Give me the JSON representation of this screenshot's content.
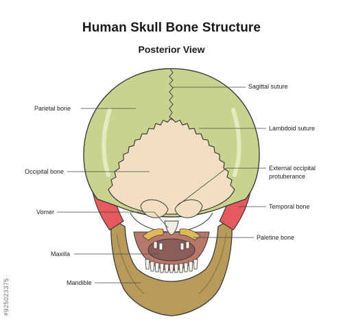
{
  "title": "Human Skull Bone Structure",
  "subtitle": "Posterior View",
  "labels": {
    "sagittal": "Sagittal suture",
    "lambdoid": "Lambdoid suture",
    "ext_occ_1": "External occipital",
    "ext_occ_2": "protuberance",
    "temporal": "Temporal bone",
    "palatine": "Paletine bone",
    "parietal": "Parietal bone",
    "occipital": "Occipital bone",
    "vomer": "Vomer",
    "maxilla": "Maxilla",
    "mandible": "Mandible"
  },
  "stock_id": "#925023375",
  "colors": {
    "parietal": "#c9d38f",
    "occipital": "#f2dfc2",
    "temporal": "#e45a5e",
    "mandible": "#b89a5a",
    "outline": "#3a3a3a"
  }
}
